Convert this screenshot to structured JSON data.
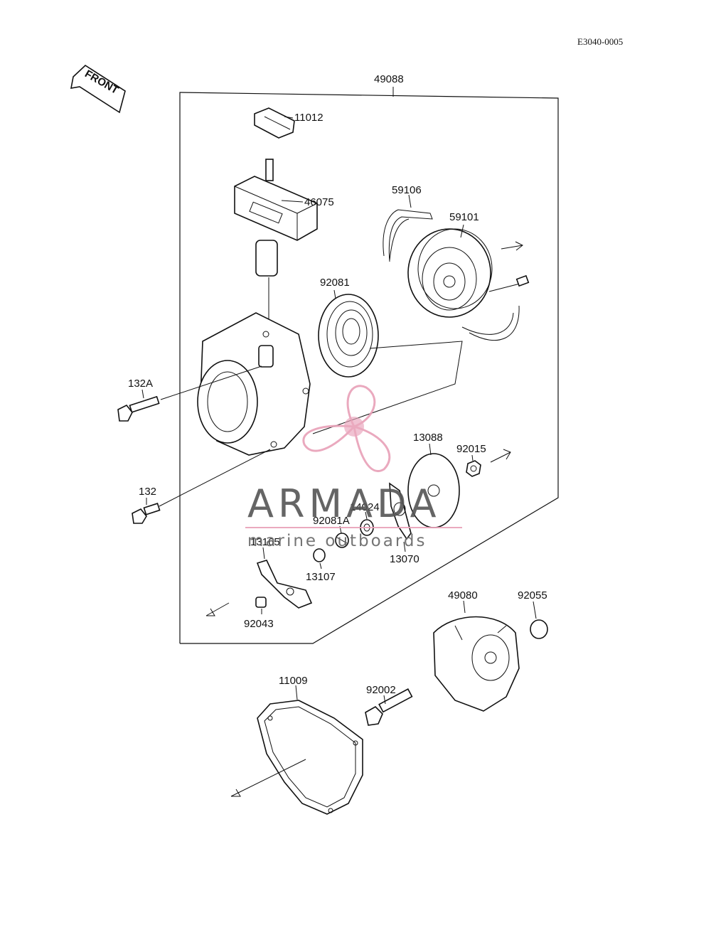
{
  "doc_code": "E3040-0005",
  "front_label": "FRONT",
  "watermark": {
    "brand": "ARMADA",
    "tagline": "marine outboards",
    "color": "#e8a0b8"
  },
  "parts": {
    "p49088": "49088",
    "p11012": "11012",
    "p46075": "46075",
    "p59106": "59106",
    "p59101": "59101",
    "p92081": "92081",
    "p132A": "132A",
    "p132": "132",
    "p13088": "13088",
    "p92015": "92015",
    "p14024": "14024",
    "p92081A": "92081A",
    "p13165": "13165",
    "p13107": "13107",
    "p13070": "13070",
    "p92043": "92043",
    "p49080": "49080",
    "p92055": "92055",
    "p11009": "11009",
    "p92002": "92002"
  }
}
